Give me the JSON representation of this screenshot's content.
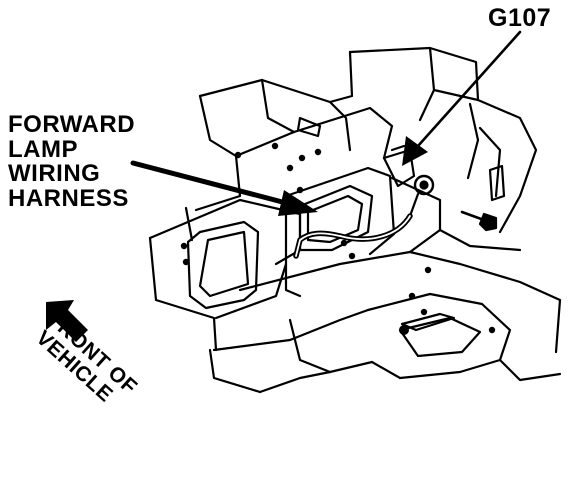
{
  "callouts": {
    "ground_label": "G107",
    "harness_label_lines": [
      "FORWARD",
      "LAMP",
      "WIRING",
      "HARNESS"
    ],
    "direction_label_lines": [
      "FRONT OF",
      "VEHICLE"
    ]
  },
  "colors": {
    "ink": "#000000",
    "paper": "#ffffff"
  }
}
